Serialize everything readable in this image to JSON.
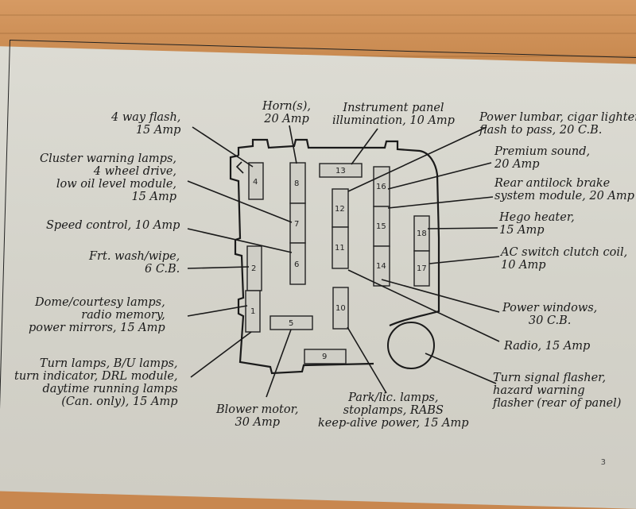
{
  "labels": {
    "way_flash": [
      "4 way flash,",
      "15 Amp"
    ],
    "horn": [
      "Horn(s),",
      "20 Amp"
    ],
    "instrument": [
      "Instrument panel",
      "illumination, 10 Amp"
    ],
    "power_lumbar": [
      "Power lumbar, cigar lighter,",
      "flash to pass, 20 C.B."
    ],
    "premium": [
      "Premium sound,",
      "20 Amp"
    ],
    "antilock": [
      "Rear antilock brake",
      "system module, 20 Amp"
    ],
    "hego": [
      "Hego heater,",
      "15 Amp"
    ],
    "ac_switch": [
      "AC switch clutch coil,",
      "10 Amp"
    ],
    "cluster": [
      "Cluster warning lamps,",
      "4 wheel drive,",
      "low oil level module,",
      "15 Amp"
    ],
    "speed": [
      "Speed control, 10 Amp"
    ],
    "frt_wash": [
      "Frt. wash/wipe,",
      "6 C.B."
    ],
    "dome": [
      "Dome/courtesy lamps,",
      "radio memory,",
      "power mirrors, 15 Amp"
    ],
    "turn_lamps": [
      "Turn lamps, B/U lamps,",
      "turn indicator, DRL module,",
      "daytime running lamps",
      "(Can. only), 15 Amp"
    ],
    "power_windows": [
      "Power windows,",
      "30 C.B."
    ],
    "radio": [
      "Radio, 15 Amp"
    ],
    "turn_signal": [
      "Turn signal flasher,",
      "hazard warning",
      "flasher (rear of panel)"
    ],
    "blower": [
      "Blower motor,",
      "30 Amp"
    ],
    "park": [
      "Park/lic. lamps,",
      "stoplamps, RABS",
      "keep-alive power, 15 Amp"
    ]
  },
  "fuses": {
    "f1": "1",
    "f2": "2",
    "f4": "4",
    "f5": "5",
    "f6": "6",
    "f7": "7",
    "f8": "8",
    "f9": "9",
    "f10": "10",
    "f11": "11",
    "f12": "12",
    "f13": "13",
    "f14": "14",
    "f15": "15",
    "f16": "16",
    "f17": "17",
    "f18": "18"
  },
  "corner_text": "3"
}
